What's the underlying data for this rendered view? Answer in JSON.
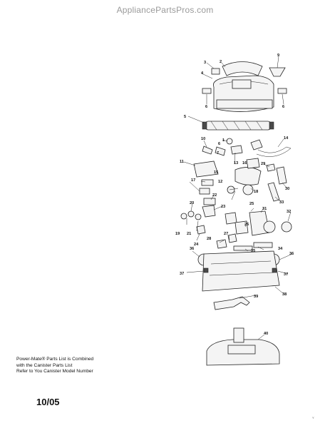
{
  "header": {
    "watermark": "AppliancePartsPros.com"
  },
  "note": {
    "line1": "Power-Mate® Parts List is Combined",
    "line2": "with the Canister Parts List",
    "line3": "Refer to You Canister Model Number"
  },
  "footer": {
    "date": "10/05",
    "code": "Y"
  },
  "labels": [
    "1",
    "2",
    "3",
    "4",
    "5",
    "6",
    "7",
    "8",
    "9",
    "10",
    "11",
    "12",
    "13",
    "14",
    "15",
    "16",
    "17",
    "18",
    "19",
    "20",
    "21",
    "22",
    "23",
    "24",
    "25",
    "26",
    "27",
    "28",
    "29",
    "30",
    "31",
    "32",
    "33",
    "34",
    "35",
    "36",
    "37",
    "38",
    "39",
    "40"
  ],
  "colors": {
    "line": "#222222",
    "fill": "#f4f4f4",
    "watermark": "#9a9a9a"
  }
}
